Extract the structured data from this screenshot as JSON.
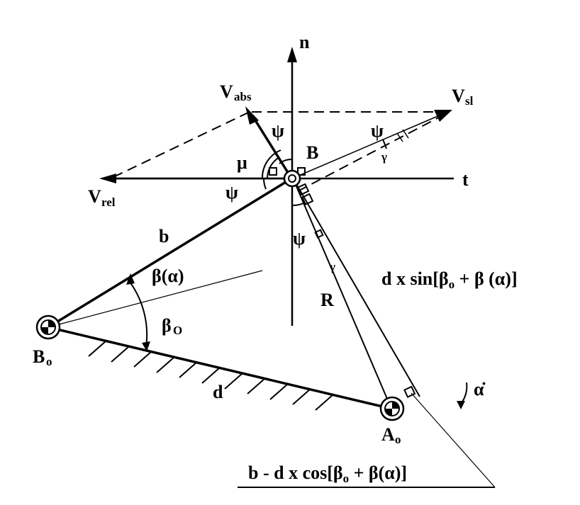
{
  "labels": {
    "n": "n",
    "t": "t",
    "v_abs_main": "V",
    "v_abs_sub": "abs",
    "v_sl_main": "V",
    "v_sl_sub": "sl",
    "v_rel_main": "V",
    "v_rel_sub": "rel",
    "mu": "μ",
    "psi": "ψ",
    "point_b": "B",
    "gamma": "γ",
    "link_b": "b",
    "beta_alpha": "β(α)",
    "beta_o": "β",
    "beta_o_sub": "O",
    "b_o_main": "B",
    "b_o_sub": "o",
    "a_o_main": "A",
    "a_o_sub": "o",
    "link_d": "d",
    "radius_r": "R",
    "alpha_dot": "α̇",
    "formula_sin_prefix": "d x sin[β",
    "formula_sin_sub": "o",
    "formula_sin_suffix": " + β (α)]",
    "formula_cos_prefix": "b - d x cos[β",
    "formula_cos_sub": "o",
    "formula_cos_suffix": " + β(α)]"
  }
}
